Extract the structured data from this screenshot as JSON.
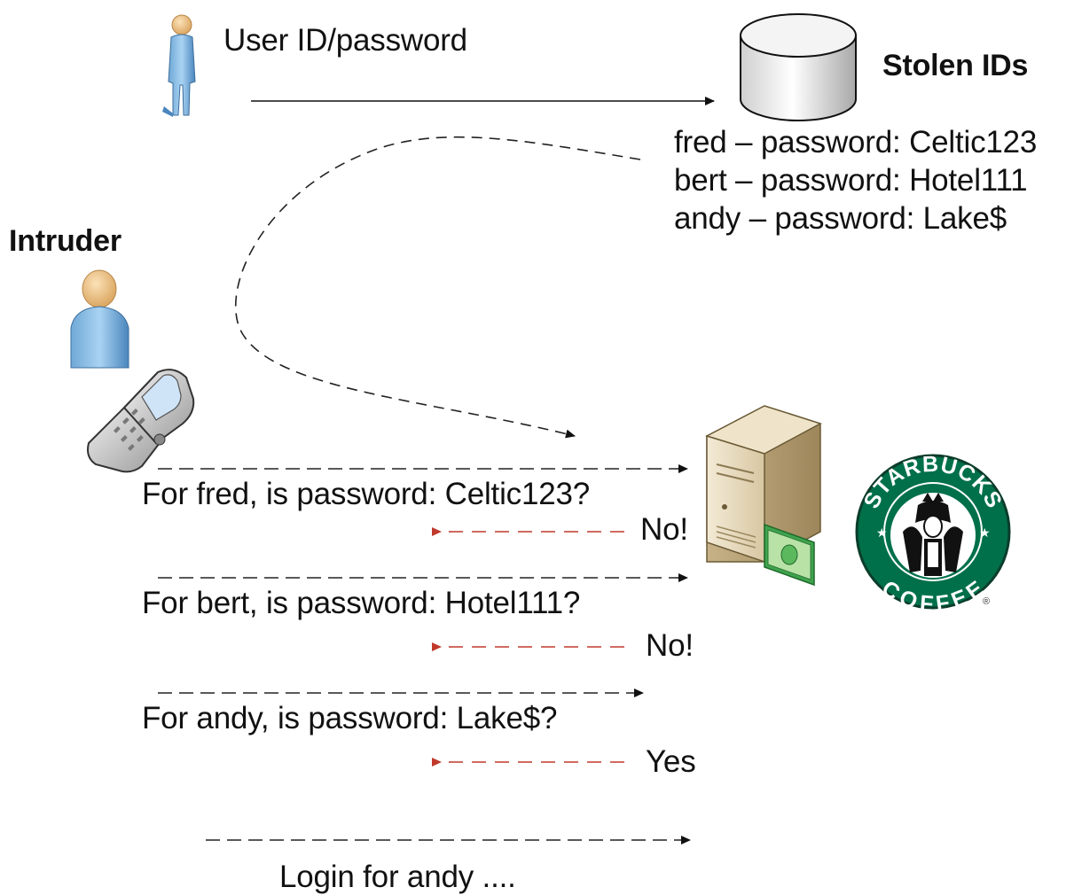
{
  "top": {
    "user_label": "User ID/password"
  },
  "database": {
    "title": "Stolen IDs",
    "entries": [
      "fred – password: Celtic123",
      "bert – password: Hotel111",
      "andy – password: Lake$"
    ]
  },
  "intruder": {
    "label": "Intruder"
  },
  "attempts": [
    {
      "question": "For fred, is password: Celtic123?",
      "reply": "No!"
    },
    {
      "question": "For bert, is password: Hotel111?",
      "reply": "No!"
    },
    {
      "question": "For andy, is password: Lake$?",
      "reply": "Yes"
    }
  ],
  "final": {
    "label": "Login for andy ...."
  },
  "logo": {
    "top_text": "STARBUCKS",
    "bottom_text": "COFFEE",
    "registered": "®"
  },
  "colors": {
    "request_arrow": "#222222",
    "reply_arrow": "#c0392b",
    "logo_green": "#00704a"
  },
  "icons": [
    "user-icon",
    "database-icon",
    "intruder-icon",
    "flip-phone-icon",
    "server-icon",
    "money-icon",
    "starbucks-logo"
  ]
}
